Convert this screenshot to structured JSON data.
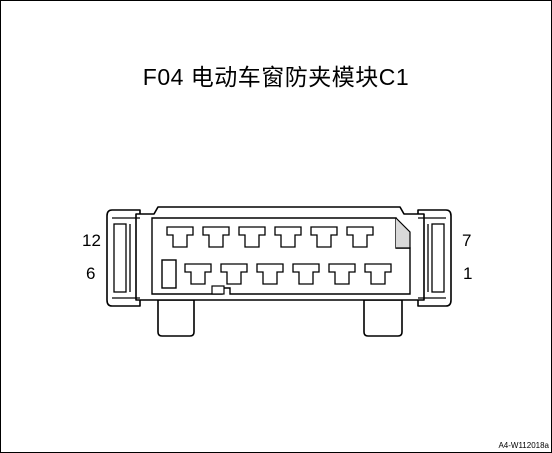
{
  "title": "F04 电动车窗防夹模块C1",
  "pin_labels": {
    "top_left": "12",
    "bottom_left": "6",
    "top_right": "7",
    "bottom_right": "1"
  },
  "figure_code": "A4-W112018a",
  "connector": {
    "top_row_terminals": 6,
    "bottom_row_terminals": 6,
    "colors": {
      "outline": "#000000",
      "housing_fill": "#ffffff",
      "shade": "#d9d9d9"
    }
  }
}
